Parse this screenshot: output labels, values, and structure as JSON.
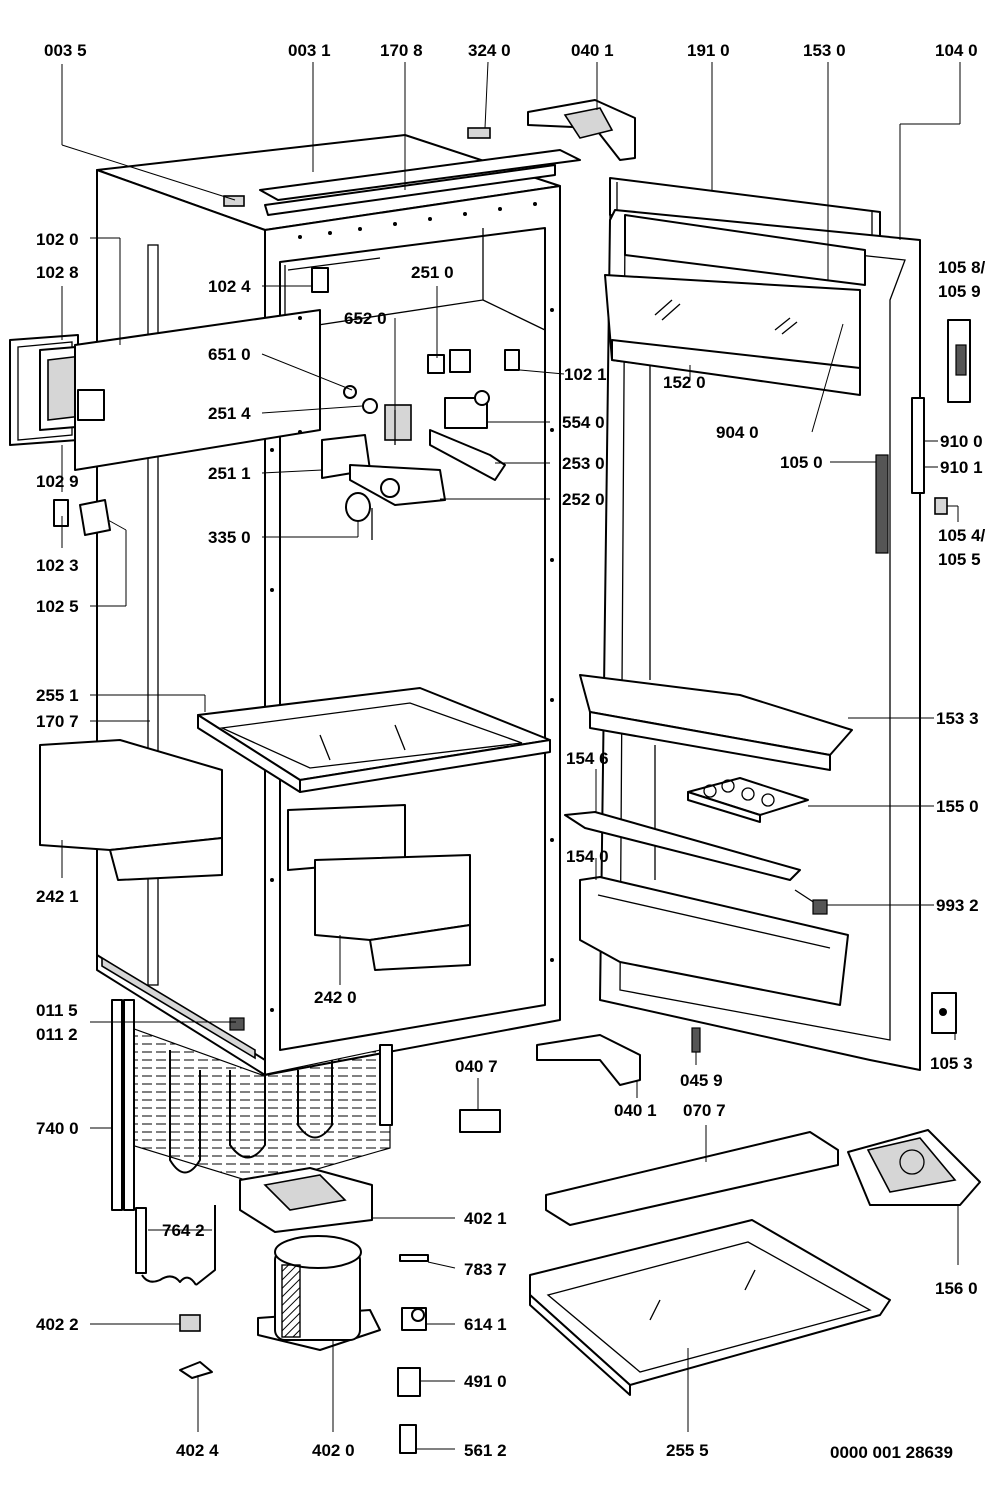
{
  "diagram": {
    "doc_number": "0000 001 28639",
    "labels": [
      {
        "id": "0035",
        "text": "003 5"
      },
      {
        "id": "0031",
        "text": "003 1"
      },
      {
        "id": "1708",
        "text": "170 8"
      },
      {
        "id": "3240",
        "text": "324 0"
      },
      {
        "id": "0401a",
        "text": "040 1"
      },
      {
        "id": "1910",
        "text": "191 0"
      },
      {
        "id": "1530",
        "text": "153 0"
      },
      {
        "id": "1040",
        "text": "104 0"
      },
      {
        "id": "1020",
        "text": "102 0"
      },
      {
        "id": "1028",
        "text": "102 8"
      },
      {
        "id": "1024",
        "text": "102 4"
      },
      {
        "id": "2510",
        "text": "251 0"
      },
      {
        "id": "6520",
        "text": "652 0"
      },
      {
        "id": "6510",
        "text": "651 0"
      },
      {
        "id": "1021",
        "text": "102 1"
      },
      {
        "id": "2514",
        "text": "251 4"
      },
      {
        "id": "5540",
        "text": "554 0"
      },
      {
        "id": "1029",
        "text": "102 9"
      },
      {
        "id": "2511",
        "text": "251 1"
      },
      {
        "id": "2530",
        "text": "253 0"
      },
      {
        "id": "2520",
        "text": "252 0"
      },
      {
        "id": "3350",
        "text": "335 0"
      },
      {
        "id": "1023",
        "text": "102 3"
      },
      {
        "id": "1025",
        "text": "102 5"
      },
      {
        "id": "1520",
        "text": "152 0"
      },
      {
        "id": "9040",
        "text": "904 0"
      },
      {
        "id": "1050",
        "text": "105 0"
      },
      {
        "id": "1058",
        "text": "105 8/"
      },
      {
        "id": "1059",
        "text": "105 9"
      },
      {
        "id": "9100",
        "text": "910 0"
      },
      {
        "id": "9101",
        "text": "910 1"
      },
      {
        "id": "1054",
        "text": "105 4/"
      },
      {
        "id": "1055",
        "text": "105 5"
      },
      {
        "id": "2551",
        "text": "255 1"
      },
      {
        "id": "1707",
        "text": "170 7"
      },
      {
        "id": "1533",
        "text": "153 3"
      },
      {
        "id": "1546",
        "text": "154 6"
      },
      {
        "id": "1550",
        "text": "155 0"
      },
      {
        "id": "1540",
        "text": "154 0"
      },
      {
        "id": "2421",
        "text": "242 1"
      },
      {
        "id": "9932",
        "text": "993 2"
      },
      {
        "id": "2420",
        "text": "242 0"
      },
      {
        "id": "0115",
        "text": "011 5"
      },
      {
        "id": "0112",
        "text": "011 2"
      },
      {
        "id": "0407",
        "text": "040 7"
      },
      {
        "id": "0459",
        "text": "045 9"
      },
      {
        "id": "1053",
        "text": "105 3"
      },
      {
        "id": "0401b",
        "text": "040 1"
      },
      {
        "id": "0707",
        "text": "070 7"
      },
      {
        "id": "7400",
        "text": "740 0"
      },
      {
        "id": "4021",
        "text": "402 1"
      },
      {
        "id": "7642",
        "text": "764 2"
      },
      {
        "id": "7837",
        "text": "783 7"
      },
      {
        "id": "1560",
        "text": "156 0"
      },
      {
        "id": "4022",
        "text": "402 2"
      },
      {
        "id": "6141",
        "text": "614 1"
      },
      {
        "id": "4910",
        "text": "491 0"
      },
      {
        "id": "4024",
        "text": "402 4"
      },
      {
        "id": "4020",
        "text": "402 0"
      },
      {
        "id": "5612",
        "text": "561 2"
      },
      {
        "id": "2555",
        "text": "255 5"
      }
    ]
  }
}
